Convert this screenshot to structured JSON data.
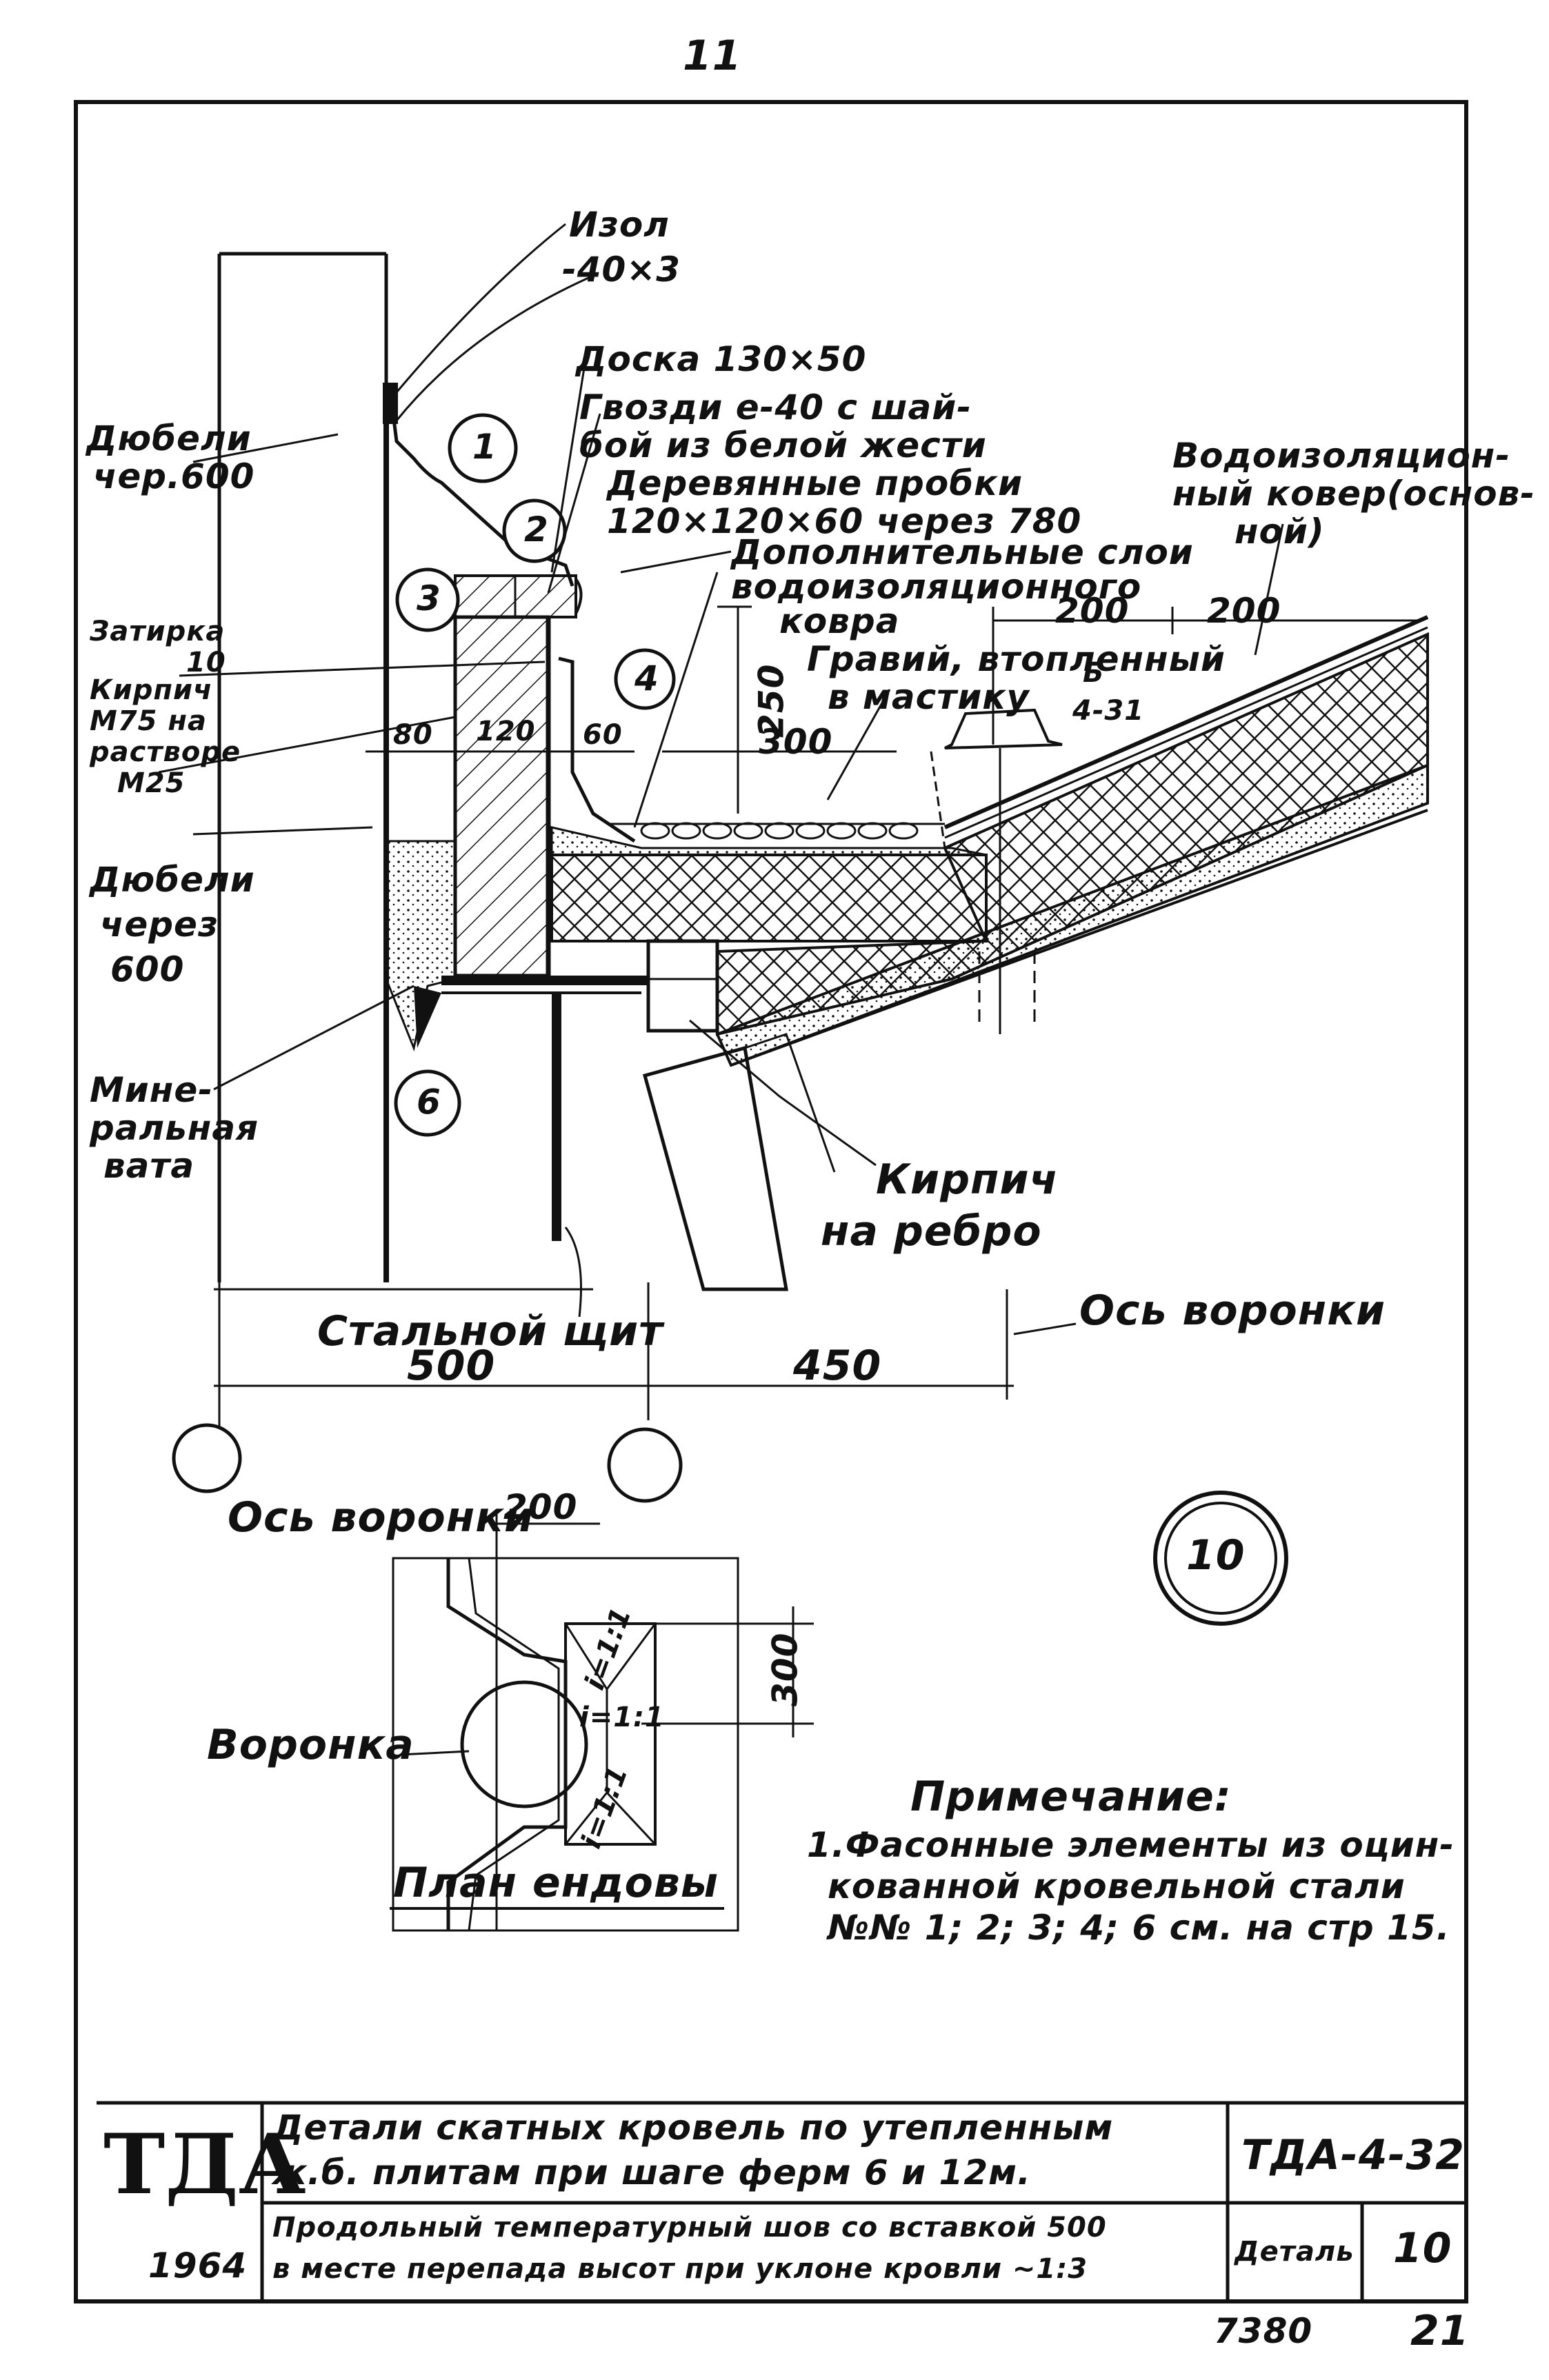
{
  "page_number": "11",
  "labels": {
    "izol": "Изол",
    "size_40x3": "-40×3",
    "doska": "Доска 130×50",
    "gvozdi_1": "Гвозди е-40 с шай-",
    "gvozdi_2": "бой из белой жести",
    "probki_1": "Деревянные пробки",
    "probki_2": "120×120×60 через 780",
    "dop_1": "Дополнительные слои",
    "dop_2": "водоизоляционного",
    "dop_3": "ковра",
    "vodoizol_1": "Водоизоляцион-",
    "vodoizol_2": "ный ковер(основ-",
    "vodoizol_3": "ной)",
    "dubeli_1": "Дюбели",
    "dubeli_2": "чер.600",
    "zatirka_1": "Затирка",
    "zatirka_2": "10",
    "kirpich_1": "Кирпич",
    "kirpich_2": "М75 на",
    "kirpich_3": "растворе",
    "kirpich_4": "М25",
    "dubel2_1": "Дюбели",
    "dubel2_2": "через",
    "dubel2_3": "600",
    "mineral_1": "Мине-",
    "mineral_2": "ральная",
    "mineral_3": "вата",
    "gravii_1": "Гравий, втопленный",
    "gravii_2": "в мастику",
    "ref_top": "Б",
    "ref_bottom": "4-31",
    "kirpich_rebro_1": "Кирпич",
    "kirpich_rebro_2": "на ребро",
    "stalnoi_shchit": "Стальной щит",
    "os_voronki": "Ось воронки",
    "os_voronki_2": "Ось воронки",
    "voronka": "Воронка",
    "plan": "План ендовы",
    "slope_1": "i=1:1",
    "slope_2": "i=1:1",
    "slope_3": "i=1:1"
  },
  "dimensions": {
    "d200a": "200",
    "d200b": "200",
    "d250": "250",
    "d80": "80",
    "d120": "120",
    "d60": "60",
    "d300": "300",
    "d500": "500",
    "d450": "450",
    "d200c": "200",
    "d300b": "300"
  },
  "callouts": [
    "1",
    "2",
    "3",
    "4",
    "6"
  ],
  "detail_number": "10",
  "note": {
    "title": "Примечание:",
    "line1": "1.Фасонные элементы из оцин-",
    "line2": "кованной кровельной стали",
    "line3": "№№ 1; 2; 3; 4; 6 см. на стр 15."
  },
  "title_block": {
    "org": "ТДА",
    "year": "1964",
    "title_1": "Детали скатных кровель по утепленным",
    "title_2": "ж.б. плитам при шаге ферм 6 и 12м.",
    "subtitle_1": "Продольный температурный шов со вставкой 500",
    "subtitle_2": "в месте перепада высот при уклоне кровли ~1:3",
    "code": "ТДА-4-32",
    "detail_label": "Деталь",
    "detail_no": "10"
  },
  "footer": {
    "stamp": "7380",
    "page": "21"
  }
}
